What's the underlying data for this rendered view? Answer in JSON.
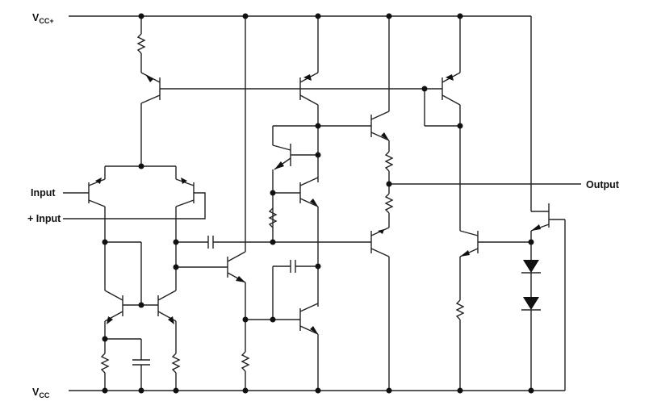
{
  "labels": {
    "vcc_plus_main": "V",
    "vcc_plus_sub": "CC+",
    "vcc_minus_main": "V",
    "vcc_minus_sub": "CC",
    "input_inv": "Input",
    "input_noninv": "+ Input",
    "output": "Output"
  },
  "colors": {
    "wire": "#222222",
    "background": "#ffffff"
  }
}
